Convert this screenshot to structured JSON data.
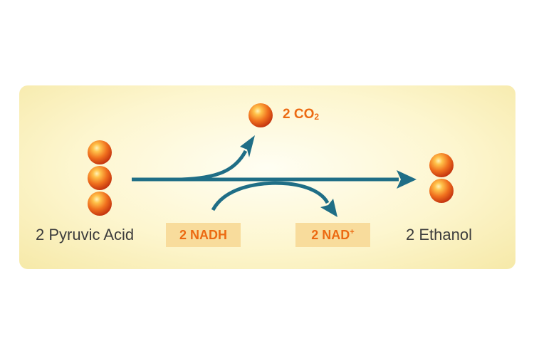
{
  "diagram": {
    "reactant": {
      "label": "2 Pyruvic Acid"
    },
    "product": {
      "label": "2 Ethanol"
    },
    "byproduct": {
      "label": "2 CO",
      "subscript": "2"
    },
    "cofactor_in": {
      "label": "2 NADH"
    },
    "cofactor_out": {
      "label": "2 NAD",
      "superscript": "+"
    }
  },
  "colors": {
    "arrow": "#1f6e86",
    "tag_text": "#ec6a12",
    "tag_bg": "#f8dc9c",
    "molecule": "#e8501a",
    "panel": "#fdf6cf"
  },
  "icons": [
    "molecule-sphere-icon",
    "arrow-icon"
  ]
}
